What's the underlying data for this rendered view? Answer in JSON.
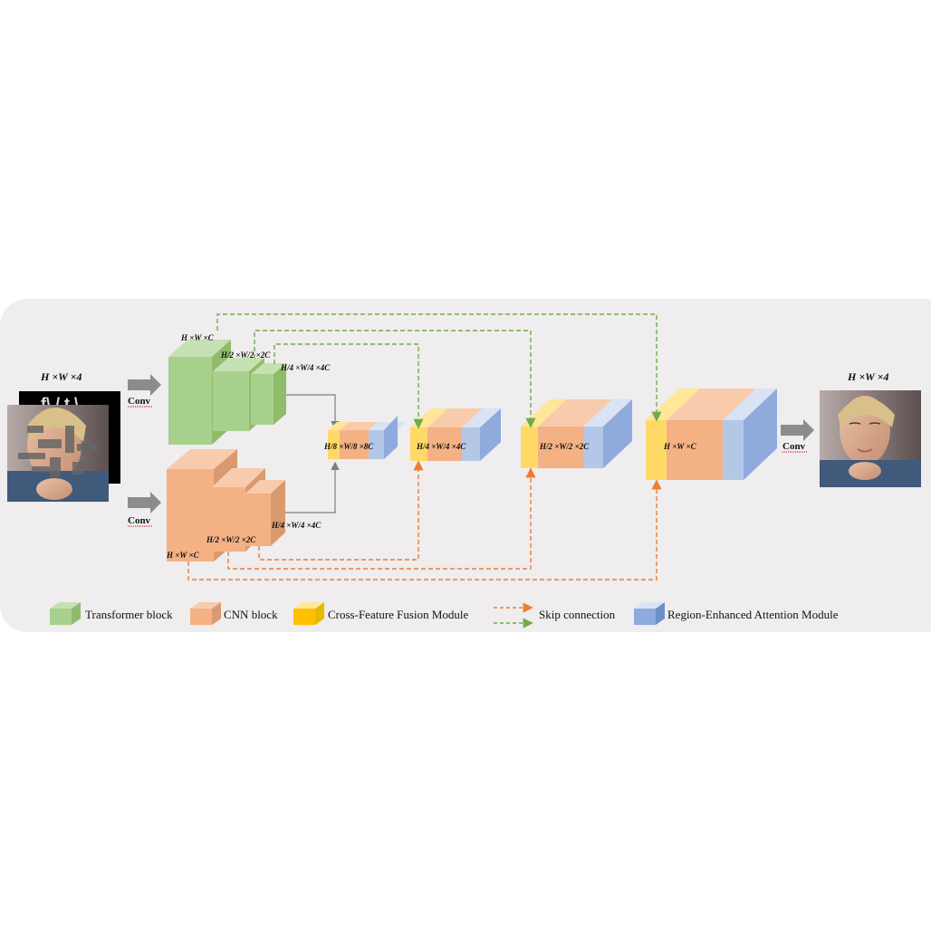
{
  "colors": {
    "panel": "#efedee",
    "transformer": "#a8d08d",
    "cnn": "#f4b183",
    "fusion": "#ffd966",
    "attention": "#b4c7e7",
    "skip_orange": "#ed7d31",
    "skip_green": "#70ad47",
    "arrow_gray": "#7f7f7f"
  },
  "input": {
    "dims": "H ×W ×4",
    "image_icon": "masked-face-image"
  },
  "output": {
    "dims": "H ×W ×4",
    "image_icon": "restored-face-image"
  },
  "conv_labels": {
    "input_top": "Conv",
    "input_bottom": "Conv",
    "output": "Conv"
  },
  "encoder": {
    "transformer_dims": [
      "H ×W ×C",
      "H/2 ×W/2 ×2C",
      "H/4 ×W/4 ×4C"
    ],
    "cnn_dims": [
      "H ×W ×C",
      "H/2 ×W/2 ×2C",
      "H/4 ×W/4 ×4C"
    ]
  },
  "decoder": {
    "dims": [
      "H/8 ×W/8 ×8C",
      "H/4 ×W/4 ×4C",
      "H/2 ×W/2 ×2C",
      "H ×W ×C"
    ]
  },
  "legend": {
    "transformer": "Transformer block",
    "cnn": "CNN block",
    "fusion": "Cross-Feature Fusion Module",
    "skip": "Skip connection",
    "attention": "Region-Enhanced Attention Module"
  }
}
